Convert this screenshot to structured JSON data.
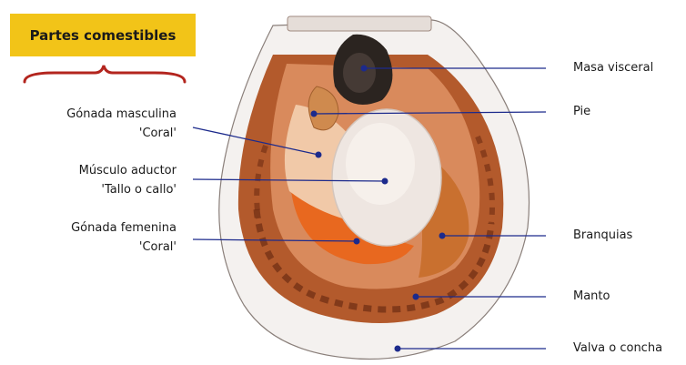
{
  "colors": {
    "badge": "#f2c418",
    "bracket": "#b3251e",
    "leader_line": "#1c2a8c",
    "shell_outer": "#f4f1ef",
    "mantle": "#b35a2c",
    "adductor": "#eee6e1",
    "coral": "#e8681f"
  },
  "badge_label": "Partes comestibles",
  "left_labels": [
    {
      "line1": "Gónada masculina",
      "line2": "'Coral'"
    },
    {
      "line1": "Músculo aductor",
      "line2": "'Tallo o callo'"
    },
    {
      "line1": "Gónada femenina",
      "line2": "'Coral'"
    }
  ],
  "right_labels": [
    {
      "text": "Masa visceral"
    },
    {
      "text": "Pie"
    },
    {
      "text": "Branquias"
    },
    {
      "text": "Manto"
    },
    {
      "text": "Valva o concha"
    }
  ]
}
